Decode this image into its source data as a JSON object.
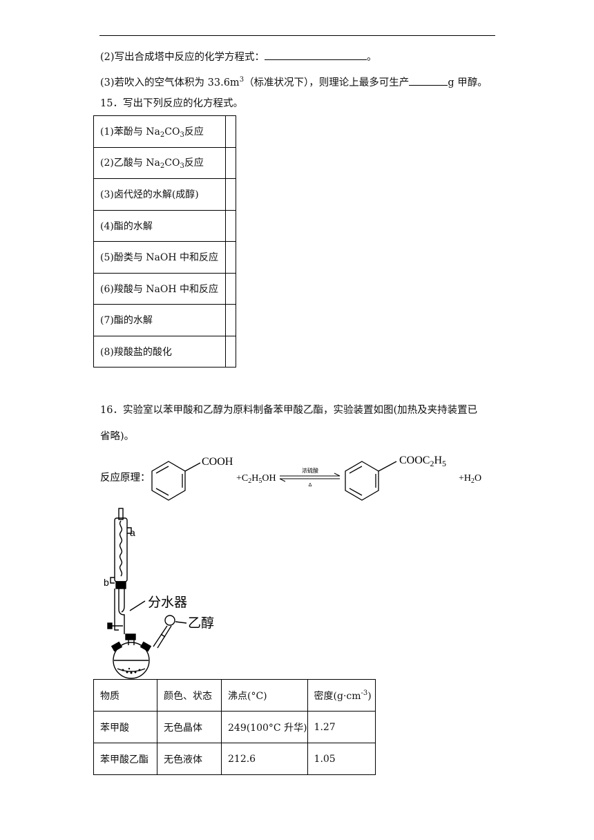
{
  "q14": {
    "p2_text": "(2)写出合成塔中反应的化学方程式：",
    "p2_end": "。",
    "p3_pre": "(3)若吹入的空气体积为 33.6m",
    "p3_sup": "3",
    "p3_mid": "（标准状况下），则理论上最多可生产",
    "p3_post": "g 甲醇。"
  },
  "q15": {
    "heading": "15．写出下列反应的化方程式。",
    "rows": [
      {
        "pre": "(1)苯酚与 Na",
        "sub1": "2",
        "mid": "CO",
        "sub2": "3",
        "post": "反应"
      },
      {
        "pre": "(2)乙酸与 Na",
        "sub1": "2",
        "mid": "CO",
        "sub2": "3",
        "post": "反应"
      },
      {
        "text": "(3)卤代烃的水解(成醇)"
      },
      {
        "text": "(4)酯的水解"
      },
      {
        "text": "(5)酚类与 NaOH 中和反应"
      },
      {
        "text": "(6)羧酸与 NaOH 中和反应"
      },
      {
        "text": "(7)酯的水解"
      },
      {
        "text": "(8)羧酸盐的酸化"
      }
    ]
  },
  "q16": {
    "line1": "16．实验室以苯甲酸和乙醇为原料制备苯甲酸乙酯，实验装置如图(加热及夹持装置已",
    "line2": "省略)。",
    "scheme": {
      "label": "反应原理：",
      "reactant_group": "COOH",
      "plus_c2h5oh": "+C",
      "c2h5oh_s1": "2",
      "c2h5oh_mid": "H",
      "c2h5oh_s2": "5",
      "c2h5oh_end": "OH",
      "catalyst": "浓硫酸",
      "condition": "Δ",
      "product_group": "COOC",
      "product_s1": "2",
      "product_mid": "H",
      "product_s2": "5",
      "plus_h2o": "+H",
      "h2o_sub": "2",
      "h2o_end": "O"
    },
    "apparatus": {
      "label_a": "a",
      "label_b": "b",
      "label_separator": "分水器",
      "label_ethanol": "乙醇"
    },
    "table": {
      "headers": [
        "物质",
        "颜色、状态",
        "沸点(°C)",
        "密度(g·cm"
      ],
      "density_sup": "-3",
      "density_close": ")",
      "rows": [
        [
          "苯甲酸",
          "无色晶体",
          "249(100°C 升华)",
          "1.27"
        ],
        [
          "苯甲酸乙酯",
          "无色液体",
          "212.6",
          "1.05"
        ]
      ]
    }
  }
}
